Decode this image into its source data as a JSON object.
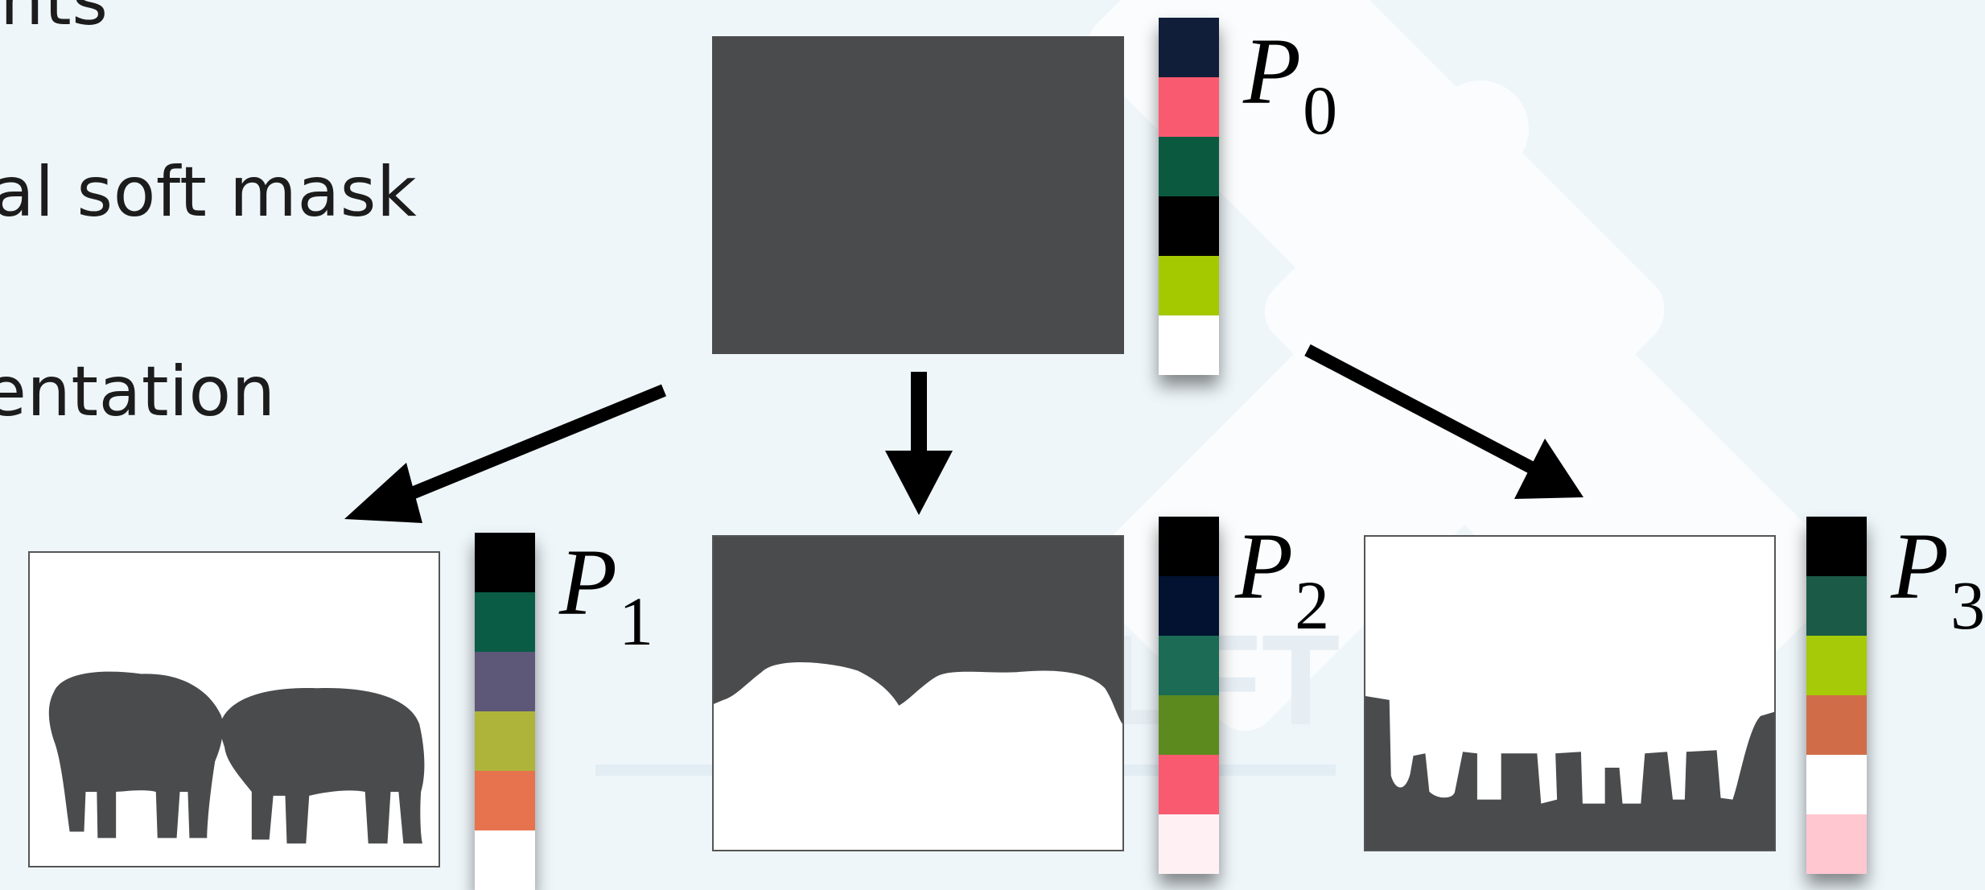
{
  "bullets": [
    {
      "text": "nts"
    },
    {
      "text": "al soft mask"
    },
    {
      "text": "entation"
    }
  ],
  "watermark_text": "DELFT",
  "palettes": [
    {
      "label": "P",
      "sub": "0",
      "colors": [
        "#111e3a",
        "#f95a6f",
        "#0b5a40",
        "#000000",
        "#a4c900",
        "#ffffff"
      ]
    },
    {
      "label": "P",
      "sub": "1",
      "colors": [
        "#000000",
        "#0b5c45",
        "#5d5878",
        "#aeb43a",
        "#e6734d",
        "#ffffff"
      ]
    },
    {
      "label": "P",
      "sub": "2",
      "colors": [
        "#000000",
        "#021230",
        "#1b6b55",
        "#5c8a1e",
        "#f95a6f",
        "#fff1f3"
      ]
    },
    {
      "label": "P",
      "sub": "3",
      "colors": [
        "#000000",
        "#1b5a47",
        "#a6ca08",
        "#d06d48",
        "#ffffff",
        "#ffc7d0"
      ]
    }
  ],
  "colors": {
    "mask_dark": "#4a4b4c",
    "background": "#eef6fa"
  }
}
